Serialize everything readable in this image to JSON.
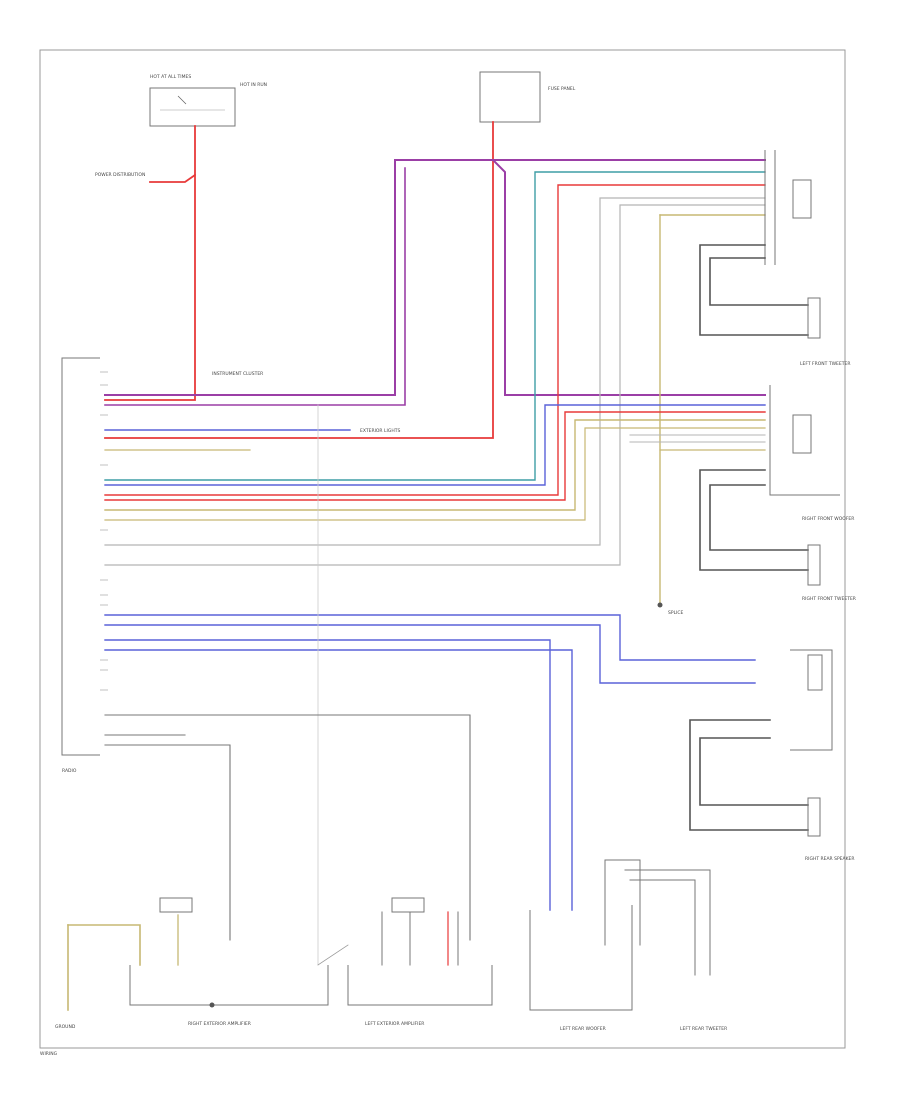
{
  "colors": {
    "violet": "#9b3fa6",
    "red": "#e83a3a",
    "blue": "#5a62d8",
    "teal": "#3e9ea6",
    "yellow": "#c7b873",
    "gray": "#b5b5b5",
    "dark": "#555555",
    "frame": "#999999"
  },
  "labels": {
    "top_fuse_a": "HOT AT ALL TIMES",
    "top_fuse_b": "HOT IN RUN",
    "fuse_box_note": "FUSE PANEL",
    "power_dist": "POWER DISTRIBUTION",
    "inst_cluster": "INSTRUMENT CLUSTER",
    "exterior_lights": "EXTERIOR LIGHTS",
    "module": "RADIO",
    "speaker_tweeter_lf": "LEFT FRONT TWEETER",
    "speaker_woofer_rf": "RIGHT FRONT WOOFER",
    "speaker_tweeter_rf": "RIGHT FRONT TWEETER",
    "speaker_rear_r": "RIGHT REAR SPEAKER",
    "right_ext_amp": "RIGHT EXTERIOR AMPLIFIER",
    "left_ext_amp": "LEFT EXTERIOR AMPLIFIER",
    "left_rear_woofer": "LEFT REAR WOOFER",
    "left_rear_tweeter": "LEFT REAR TWEETER",
    "ground": "GROUND",
    "splice": "SPLICE",
    "footer": "WIRING"
  }
}
